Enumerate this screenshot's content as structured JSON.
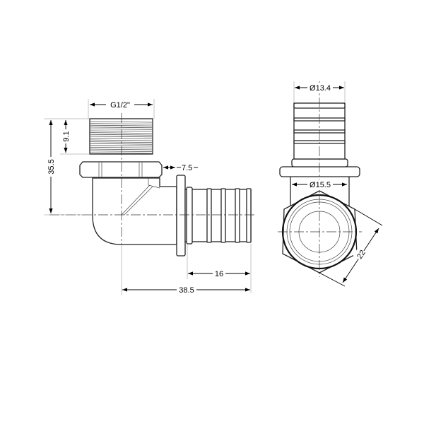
{
  "drawing": {
    "side_view": {
      "thread_label": "G1/2\"",
      "height_total": "35.5",
      "thread_length": "9.1",
      "hex_offset": "7.5",
      "barb_length": "16",
      "total_length": "38.5"
    },
    "end_view": {
      "barb_diameter": "Ø13.4",
      "body_diameter": "Ø15.5",
      "hex_size": "22"
    }
  }
}
